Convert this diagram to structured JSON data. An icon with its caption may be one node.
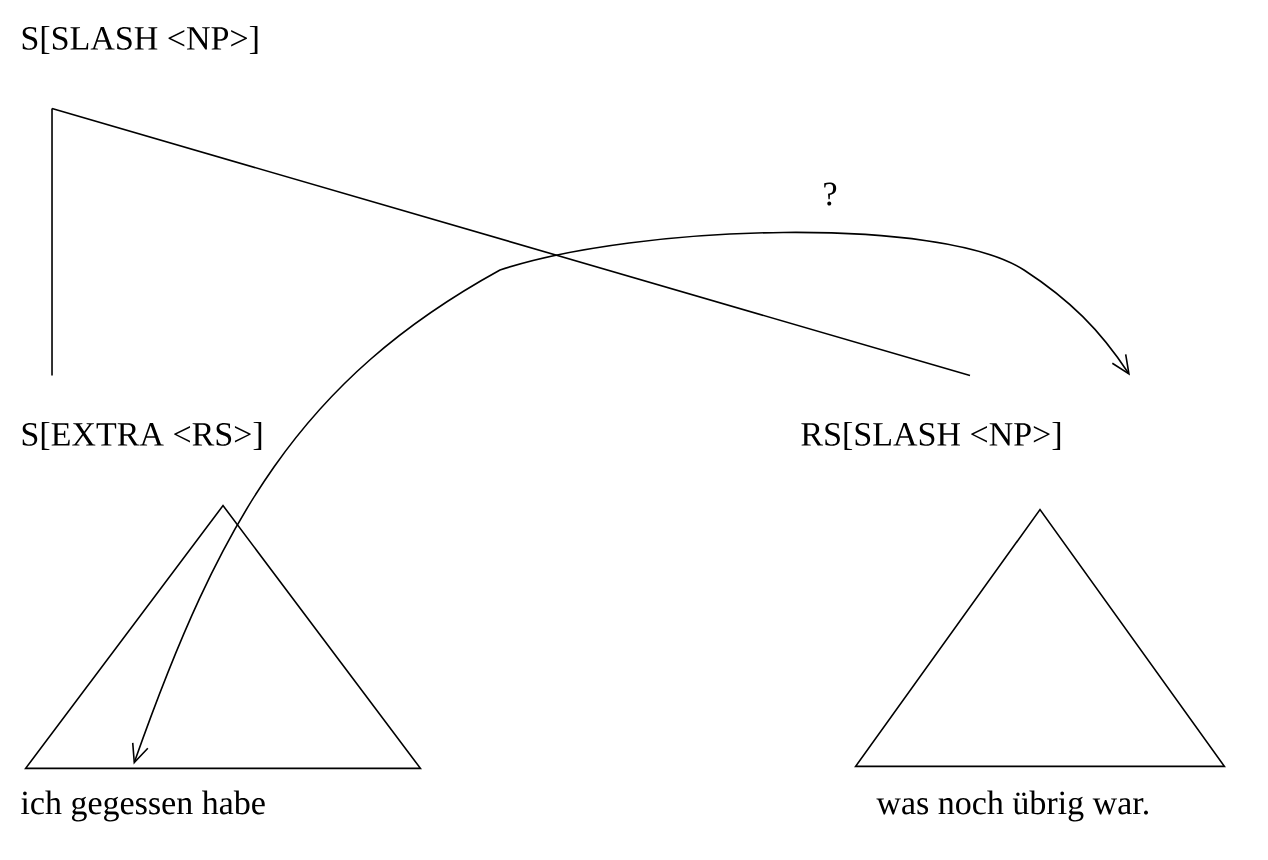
{
  "diagram": {
    "nodes": [
      {
        "text": [
          "S[SLASH <NP>]"
        ]
      },
      {
        "text": [
          "S[EXTRA <RS>]"
        ]
      },
      {
        "text": [
          "RS[SLASH <NP>]"
        ]
      },
      {
        "text": [
          "ich gegessen habe"
        ]
      },
      {
        "text": [
          "was noch übrig war."
        ]
      }
    ],
    "edges": [
      {
        "from": 0,
        "to": 1,
        "arrow": "none"
      },
      {
        "from": 0,
        "to": 2,
        "arrow": "none"
      },
      {
        "from": 3,
        "to": 2,
        "arrow": "both",
        "label": "?"
      }
    ]
  }
}
